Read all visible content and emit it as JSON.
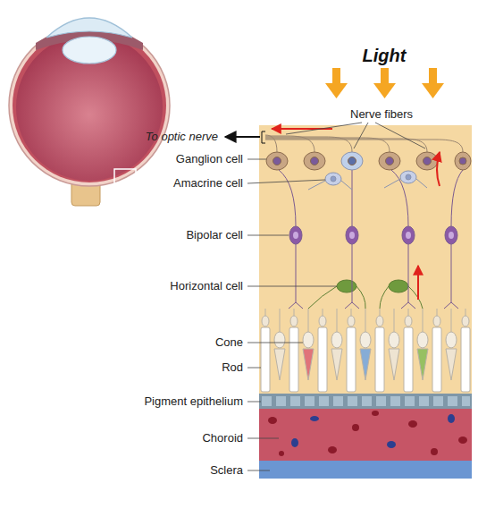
{
  "diagram": {
    "labels": [
      "Light",
      "Nerve fibers",
      "To optic nerve",
      "Ganglion cell",
      "Amacrine cell",
      "Bipolar cell",
      "Horizontal cell",
      "Cone",
      "Rod",
      "Pigment epithelium",
      "Choroid",
      "Sclera"
    ]
  }
}
